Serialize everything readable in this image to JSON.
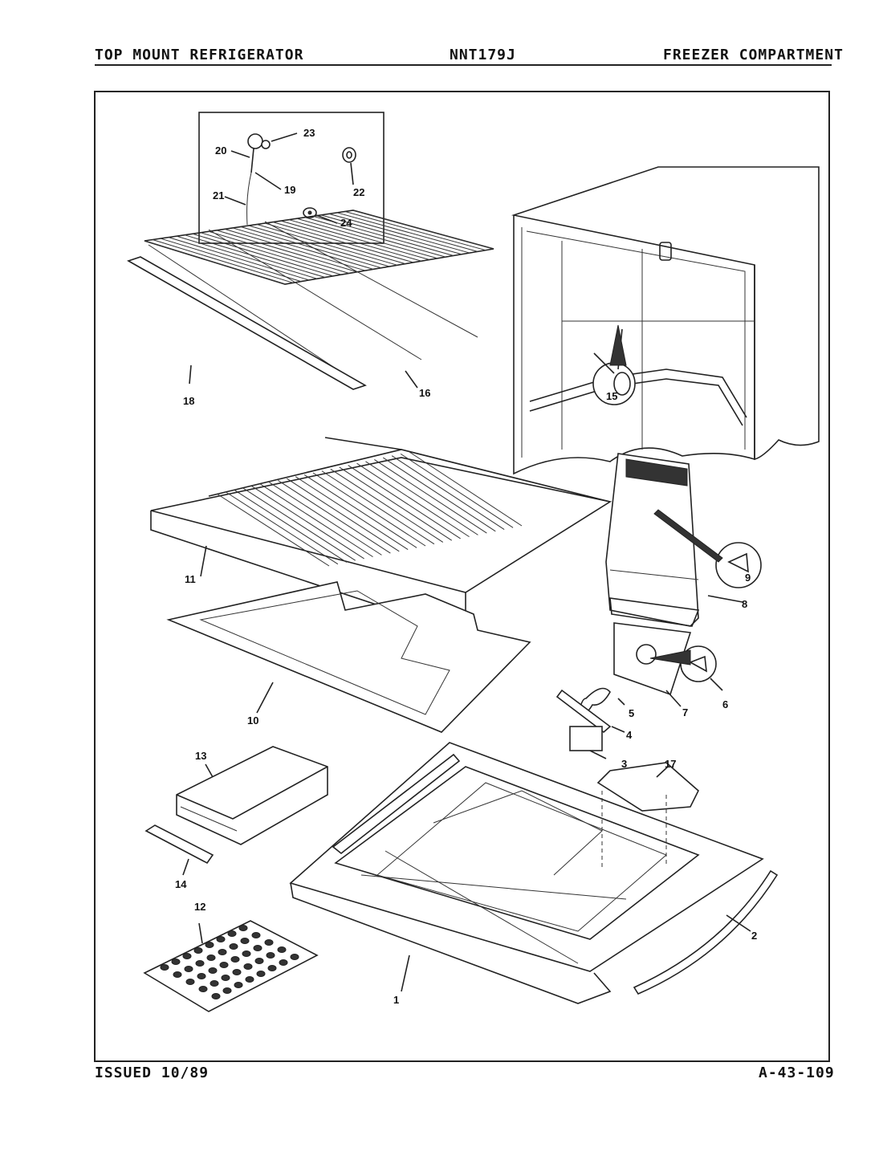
{
  "header": {
    "left": "TOP MOUNT REFRIGERATOR",
    "center": "NNT179J",
    "right": "FREEZER COMPARTMENT"
  },
  "footer": {
    "left": "ISSUED 10/89",
    "right": "A-43-109"
  },
  "callouts": {
    "c1": "1",
    "c2": "2",
    "c3": "3",
    "c4": "4",
    "c5": "5",
    "c6": "6",
    "c7": "7",
    "c8": "8",
    "c9": "9",
    "c10": "10",
    "c11": "11",
    "c12": "12",
    "c13": "13",
    "c14": "14",
    "c15": "15",
    "c16": "16",
    "c17": "17",
    "c18": "18",
    "c19": "19",
    "c20": "20",
    "c21": "21",
    "c22": "22",
    "c23": "23",
    "c24": "24"
  }
}
